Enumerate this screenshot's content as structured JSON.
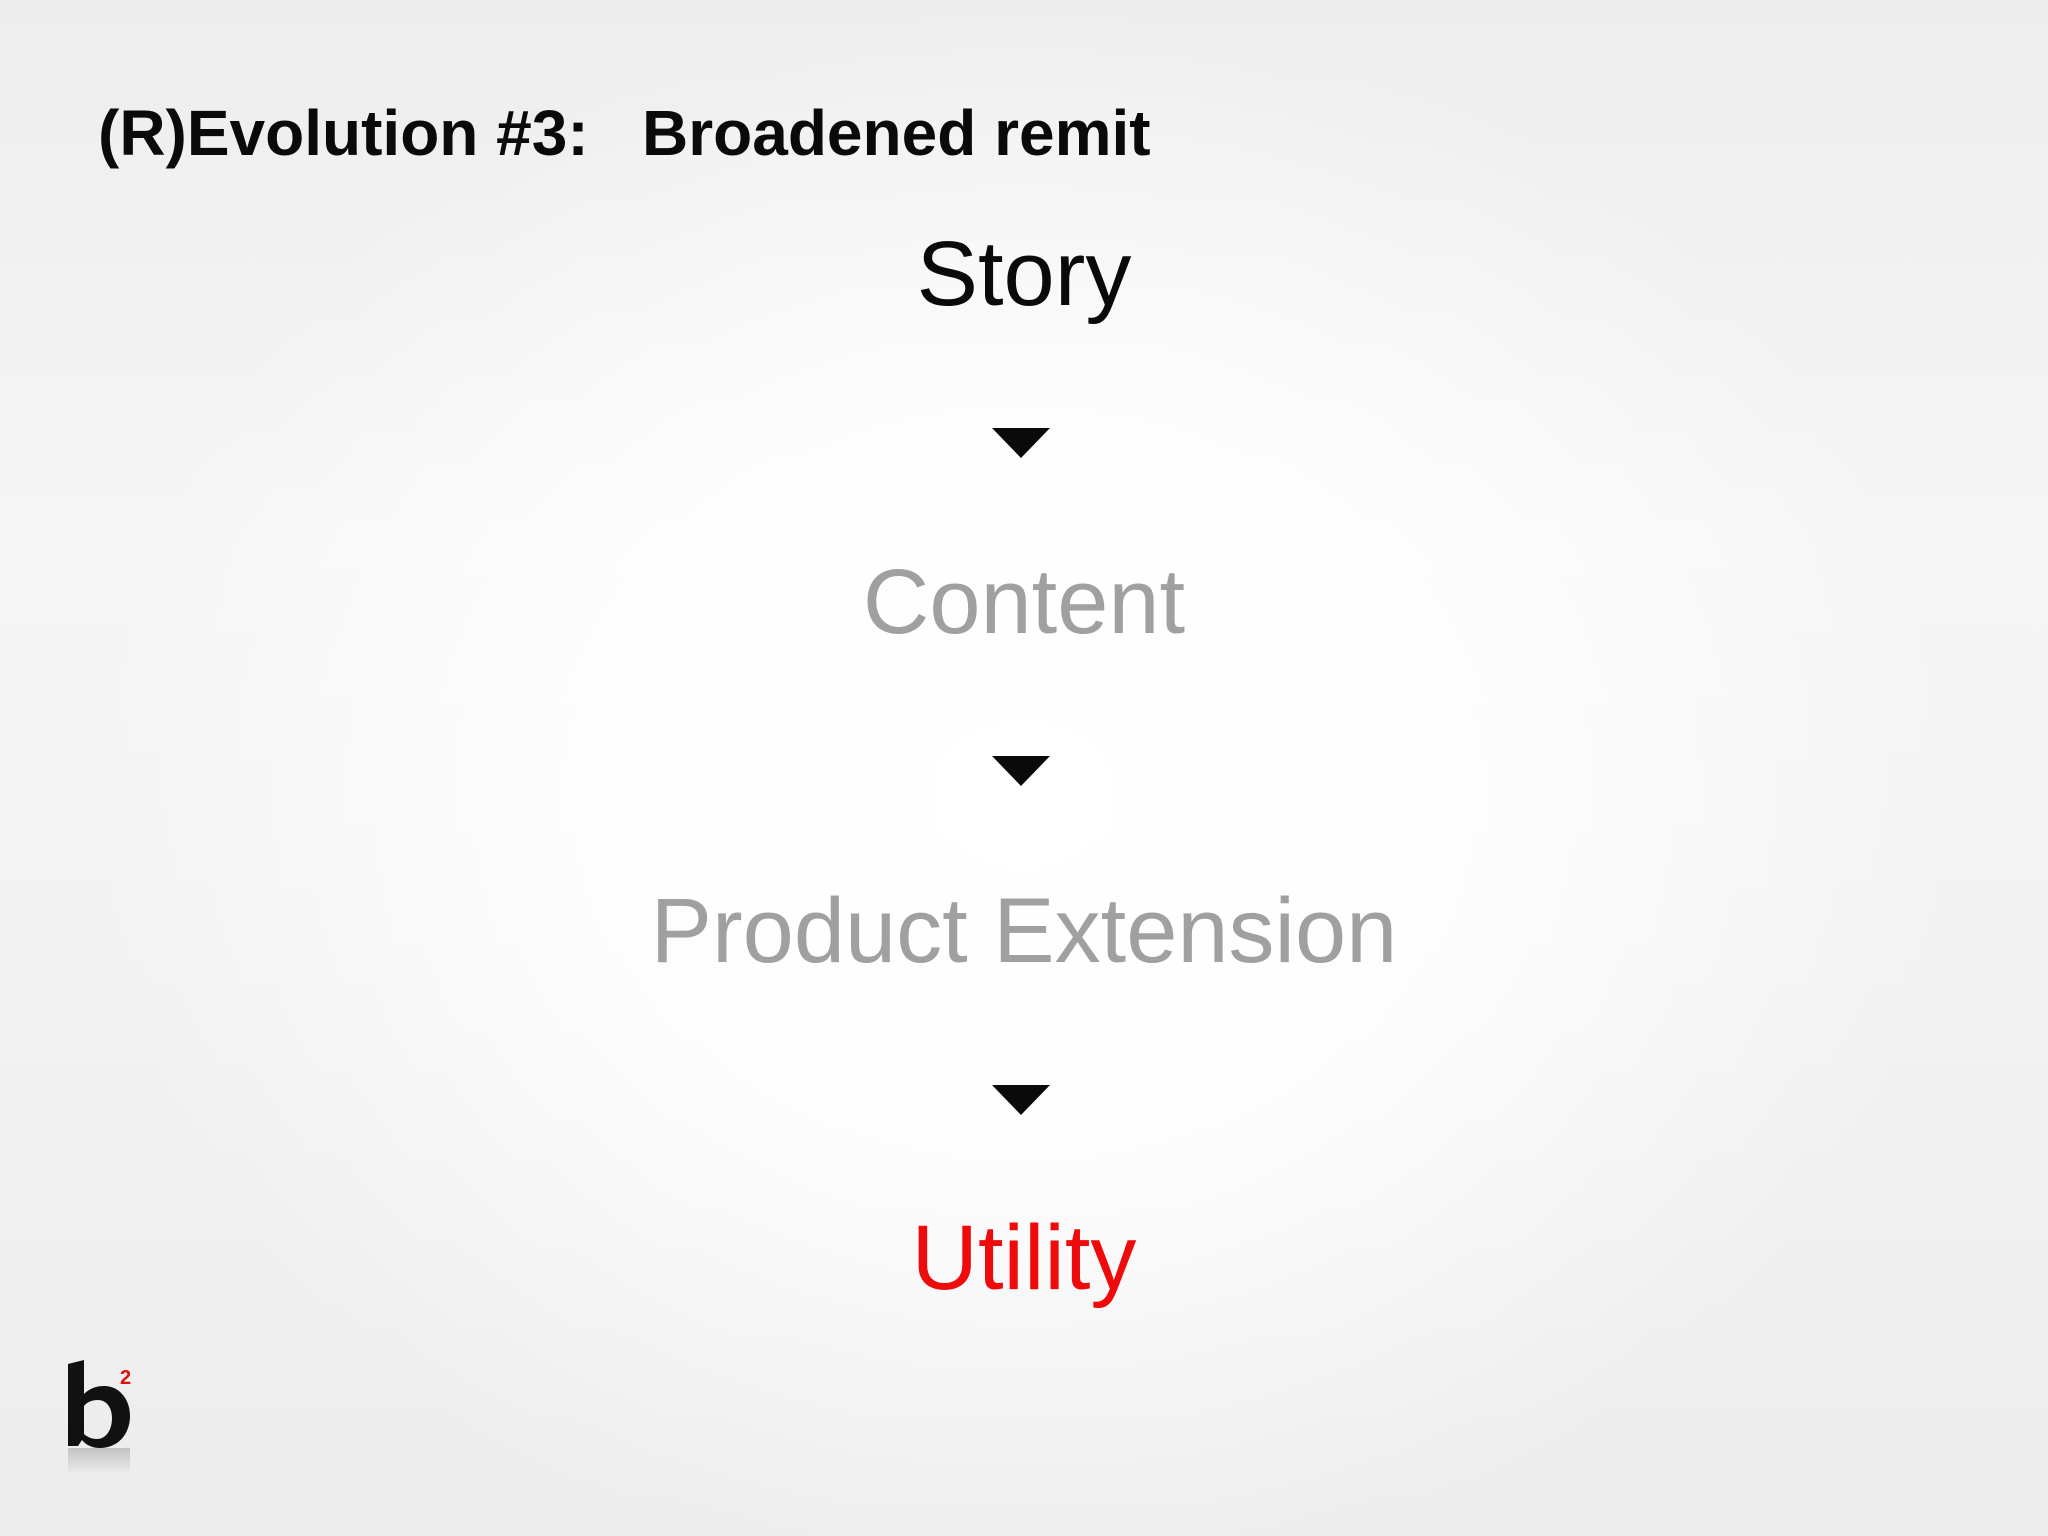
{
  "slide": {
    "title": "(R)Evolution #3:   Broadened remit"
  },
  "flow": {
    "steps": [
      {
        "label": "Story",
        "color": "#0a0a0a"
      },
      {
        "label": "Content",
        "color": "#a0a0a0"
      },
      {
        "label": "Product Extension",
        "color": "#a0a0a0"
      },
      {
        "label": "Utility",
        "color": "#ee0b0b"
      }
    ],
    "arrow_icon": "triangle-down-icon"
  },
  "logo": {
    "text": "b²",
    "accent_color": "#e01010"
  }
}
